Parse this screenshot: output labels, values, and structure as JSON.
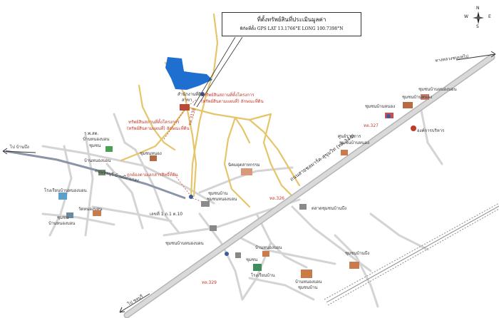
{
  "title": {
    "line1": "ที่ตั้งทรัพย์สินที่ประเมินมูลค่า",
    "line2": "พิกัดที่ตั้ง GPS LAT 13.1766°E  LONG 100.7398°N"
  },
  "compass": {
    "n": "N",
    "e": "E",
    "s": "S",
    "w": "W"
  },
  "road_labels": {
    "highway": "ถนนสายชลมาร์ค-สุขุมวิท (ทล.344)",
    "left_road": "ถนนชลบุรี-บ้านบึง-แกลง",
    "top_right": "ทางหลวงชนบทไป",
    "left_arrow": "ไป บ้านบึง",
    "bottom_arrow": "ไป ชลบุรี",
    "rn3": "ทล.3138",
    "rm326": "ทล.326",
    "rm327": "ทล.327",
    "rm329": "ทล.329"
  },
  "places": {
    "school_top": "สำนักงานที่ดิน",
    "school_top2": "สาขา",
    "red_top1": "ทรัพย์สินสถานที่ตั้งโครงการ",
    "red_top2": "(ทรัพย์สินตามแผนที่) ลักษณะที่ดิน",
    "red_mid1": "ทรัพย์สินสถานที่ตั้งโครงการ",
    "red_mid2": "(ทรัพย์สินตามแผนที่) ลักษณะที่ดิน",
    "red_mid3": "ถูกต้องตามเอกสารสิทธิ์ที่ดิน",
    "village1": "ร.พ.สต.",
    "village1b": "บ้านหนองบอน",
    "village2": "ชุมชน",
    "village2b": "บ้านหนองบอน",
    "village3": "โรงเรียนบ้านหนองบอน",
    "village4": "วัดหนองบอน",
    "village5": "ชุมชน",
    "village5b": "บ้านหนองบอน",
    "village6": "ชุมชนหนอง",
    "center": "นิคมอุตสาหกรรม",
    "center2": "ชุมชนบ้าน",
    "center3": "ชุมชนหนองบอน",
    "center4": "บ้านหนองบอน",
    "right1": "ชุมชนบ้านหนองบอน",
    "right2": "ชุมชนบ้านหนอง",
    "right3": "ชุมชนบ้านหนอง",
    "right4": "ชุมชน",
    "right5": "ศูนย์ราชการ",
    "right6": "ชุมชนบ้านหนอง",
    "right7": "องค์การบริหาร",
    "right8": "ตลาดชุมชนบ้านบึง",
    "bottom1": "ชุมชนบ้านหนองบอน",
    "bottom2": "บ้านหนองบอน",
    "bottom3": "ชุมชน",
    "bottom4": "โรงเรียนบ้าน",
    "bottom5": "บ้านหนองบอน",
    "bottom6": "ชุมชนบ้าน",
    "bottom7": "ชุมชนบ้านบึง",
    "km": "เลขที่ 1 ถ.1 ต.10"
  },
  "colors": {
    "highway": "#c9c9c9",
    "local_road": "#e5c46a",
    "lake": "#1f6fd1",
    "red_text": "#c0392b",
    "rail": "#7a7a7a"
  }
}
